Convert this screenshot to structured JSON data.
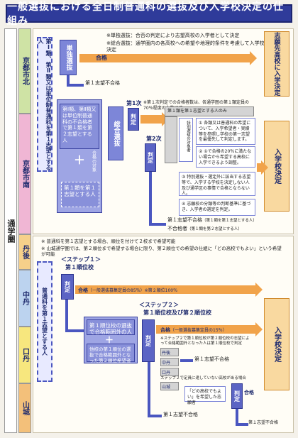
{
  "title": "一般選抜における全日制普通科の選抜及び入学校決定の仕組み",
  "side_label": "通学圏",
  "regions": {
    "kyoto_north": "京都市北",
    "kyoto_south": "京都市南",
    "tango": "丹後",
    "nakatan": "中丹",
    "kuchitan": "口丹",
    "yamashiro": "山城"
  },
  "section1": {
    "notes": [
      "※単独選抜：合否の判定により志望高校の入学者として決定",
      "※総合選抜：通学圏内の各高校への希望や地理的条件を考慮して入学校を決定"
    ],
    "applicant_label": "第Ⅰ類、第Ⅱ類又は単位制普通科を第１志望とする人",
    "single_selection": "単独選抜",
    "pass": "合格",
    "fail1": "第１志望不合格",
    "applicant_box1": "第Ⅰ類、第Ⅱ類又は単位制普通科の不合格者で第１類を第２志望とする人",
    "eligible": "合格の対象",
    "applicant_box2": "第１類を第１志望とする人",
    "comprehensive": "総合選抜",
    "judge_1st": "判定",
    "stage_1st": "第1次",
    "stage_1st_note": "※第１次判定での合格者数は、各通学圏の第１類定員の70％程度の人数です。",
    "stage_2nd": "第2次",
    "group_title": "第１類を第１志望とする人のみ",
    "special": "特別選抜の対象者",
    "priority_label": "特別選抜の対象者",
    "notes_right": [
      "① 各類又は普通科の希望について、入学希望者・実績等を参照し学校の第一志望を最優先して判定します。",
      "② ①で合格の20％に満たない場合から希望する高校に入学できるよう調整。",
      "③ 特別選抜・選定外に該当する志望等で、入学する学校を決定しない人及び通学区の事情で合格とならない人。",
      "④ 志願校の分類等の判断基準に基づき、入学者の選定を判定。"
    ],
    "decide": "入学校決定",
    "top_right_label": "志願先高校に入学決定",
    "fail_final1": "第１志望不合格",
    "fail_final1_note": "（第１類を第１志望とする人）",
    "fail_final2": "不合格者",
    "fail_final2_note": "（第１類を第２志望とする人）",
    "judge": "判定"
  },
  "section2": {
    "notes": [
      "※ 普通科を第１志望とする場合、順位を付けて２校まで希望可能",
      "※ 山城通学圏では、第２順位まで希望する場合に限り、第２順位での希望の仕組に「どの高校でもよい」という希望が可能"
    ],
    "step1": "＜ステップ１＞",
    "step1_title": "第１順位校",
    "applicant_label": "普通科を第１志望とする人",
    "judge": "判定",
    "pass1": "合格",
    "pass1_note": "（一般選抜募集定員の85％）※第２順位100％",
    "step2": "＜ステップ２＞",
    "step2_title": "第１順位校及び第２順位校",
    "box1": "第１順位校の選抜で合格範囲外の人",
    "box2": "他校の第１順位の選抜で合格範囲外となった第２順位希望者",
    "pass2": "合格",
    "pass2_note": "（一般選抜募集定員の15％）",
    "step2_note": "※ステップ２で第１順位校が第２順位校の志望によって合格範囲外となった人は第１順位校で判定",
    "tango": "丹後",
    "nakatan": "中丹",
    "kuchitan": "口丹",
    "fail1": "第１志望不合格",
    "yamashiro": "山城",
    "yamashiro_note": "ステップ２で定員に達していない高校がある場合",
    "any_school": "「どの高校でもよい」を希望した志願者",
    "pass3": "合格",
    "fail2": "第１志望不合格",
    "decide": "入学校決定"
  },
  "colors": {
    "title_bg": "#2f3b9a",
    "arrow": "#f1a34a",
    "box": "#7d86d8",
    "kyoto_north": "#cfe3a5",
    "kyoto_south": "#f0b6d4"
  }
}
